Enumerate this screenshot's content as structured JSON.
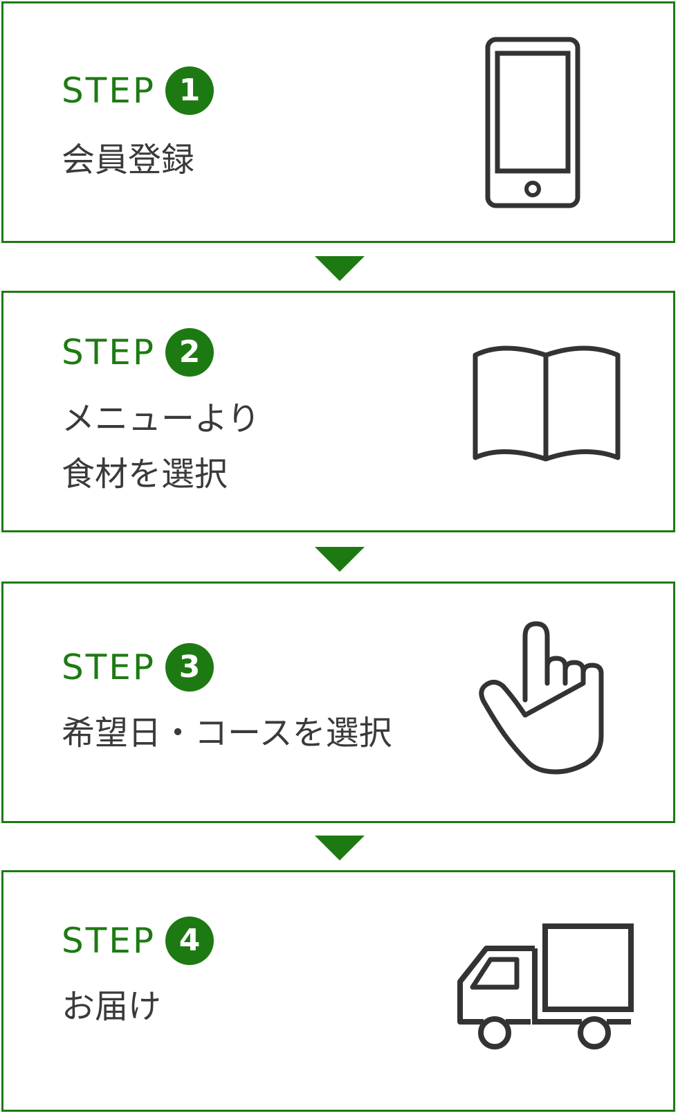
{
  "steps": [
    {
      "label": "STEP",
      "number": "1",
      "lines": [
        "会員登録"
      ],
      "icon": "smartphone-icon"
    },
    {
      "label": "STEP",
      "number": "2",
      "lines": [
        "メニューより",
        "食材を選択"
      ],
      "icon": "open-book-icon"
    },
    {
      "label": "STEP",
      "number": "3",
      "lines": [
        "希望日・コースを選択"
      ],
      "icon": "pointing-hand-icon"
    },
    {
      "label": "STEP",
      "number": "4",
      "lines": [
        "お届け"
      ],
      "icon": "delivery-truck-icon"
    }
  ],
  "colors": {
    "accent": "#1d7a12",
    "text": "#3a3a3a",
    "icon_stroke": "#333333"
  }
}
